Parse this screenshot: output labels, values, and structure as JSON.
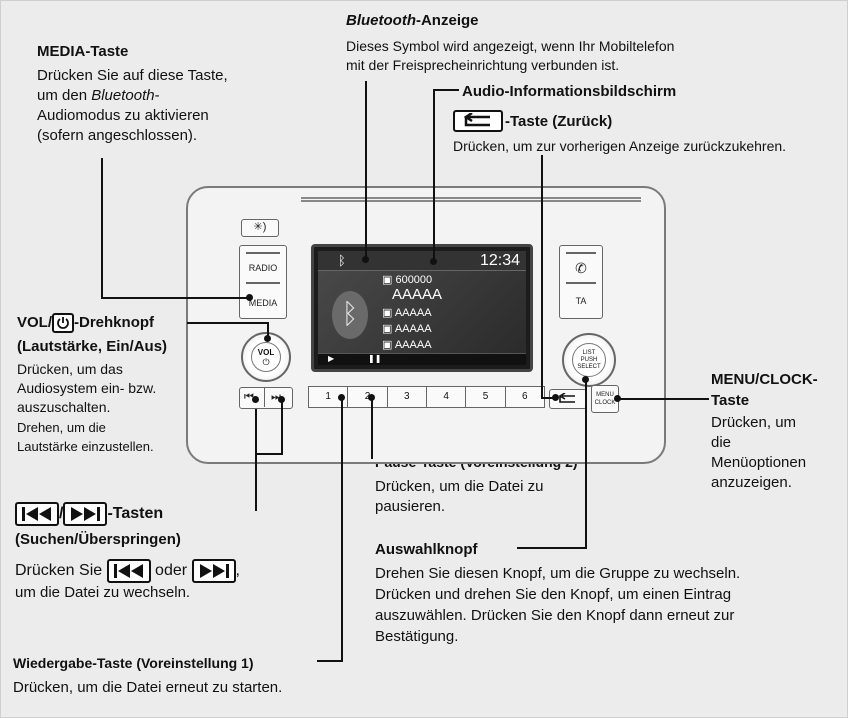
{
  "labels": {
    "bt_title": "Bluetooth",
    "bt_title_suffix": "-Anzeige",
    "bt_desc_1": "Dieses Symbol wird angezeigt, wenn Ihr Mobiltelefon",
    "bt_desc_2": "mit der Freisprecheinrichtung verbunden ist.",
    "media_title": "MEDIA-Taste",
    "media_desc_1": "Drücken Sie auf diese Taste,",
    "media_desc_2a": "um den ",
    "media_desc_2b": "Bluetooth",
    "media_desc_2c": "-",
    "media_desc_3": "Audiomodus zu aktivieren",
    "media_desc_4": "(sofern angeschlossen).",
    "audio_screen_title": "Audio-Informationsbildschirm",
    "back_title": "-Taste (Zurück)",
    "back_desc": "Drücken, um zur vorherigen Anzeige zurückzukehren.",
    "vol_title_a": "VOL/",
    "vol_title_b": "-Drehknopf",
    "vol_title_2": "(Lautstärke, Ein/Aus)",
    "vol_desc_1": "Drücken, um das",
    "vol_desc_2": "Audiosystem ein- bzw.",
    "vol_desc_3": "auszuschalten.",
    "vol_desc_4": "Drehen, um die",
    "vol_desc_5": "Lautstärke einzustellen.",
    "menu_title_1": "MENU/CLOCK-",
    "menu_title_2": "Taste",
    "menu_desc_1": "Drücken, um",
    "menu_desc_2": "die",
    "menu_desc_3": "Menüoptionen",
    "menu_desc_4": "anzuzeigen.",
    "pause_title": "Pause-Taste (Voreinstellung 2)",
    "pause_desc_1": "Drücken, um die Datei zu",
    "pause_desc_2": "pausieren.",
    "seek_title_sep": "/",
    "seek_title_suffix": "-Tasten",
    "seek_title_2": "(Suchen/Überspringen)",
    "seek_desc_1a": "Drücken Sie ",
    "seek_desc_1b": " oder ",
    "seek_desc_1c": ",",
    "seek_desc_2": "um die Datei zu wechseln.",
    "select_title": "Auswahlknopf",
    "select_desc_1": "Drehen Sie diesen Knopf, um die Gruppe zu wechseln.",
    "select_desc_2": "Drücken und drehen Sie den Knopf, um einen Eintrag",
    "select_desc_3": "auszuwählen. Drücken Sie den Knopf dann erneut zur",
    "select_desc_4": "Bestätigung.",
    "play_title": "Wiedergabe-Taste (Voreinstellung 1)",
    "play_desc": "Drücken, um die Datei erneut zu starten."
  },
  "unit": {
    "radio_btn": "RADIO",
    "media_btn": "MEDIA",
    "ta_btn": "TA",
    "vol_knob": "VOL",
    "select_knob_1": "LIST",
    "select_knob_2": "PUSH",
    "select_knob_3": "SELECT",
    "menu_btn_1": "MENU",
    "menu_btn_2": "CLOCK",
    "presets": [
      "1",
      "2",
      "3",
      "4",
      "5",
      "6"
    ]
  },
  "screen": {
    "time": "12:34",
    "track_number": "600000",
    "title": "AAAAA",
    "rows": [
      "AAAAA",
      "AAAAA",
      "AAAAA"
    ]
  }
}
